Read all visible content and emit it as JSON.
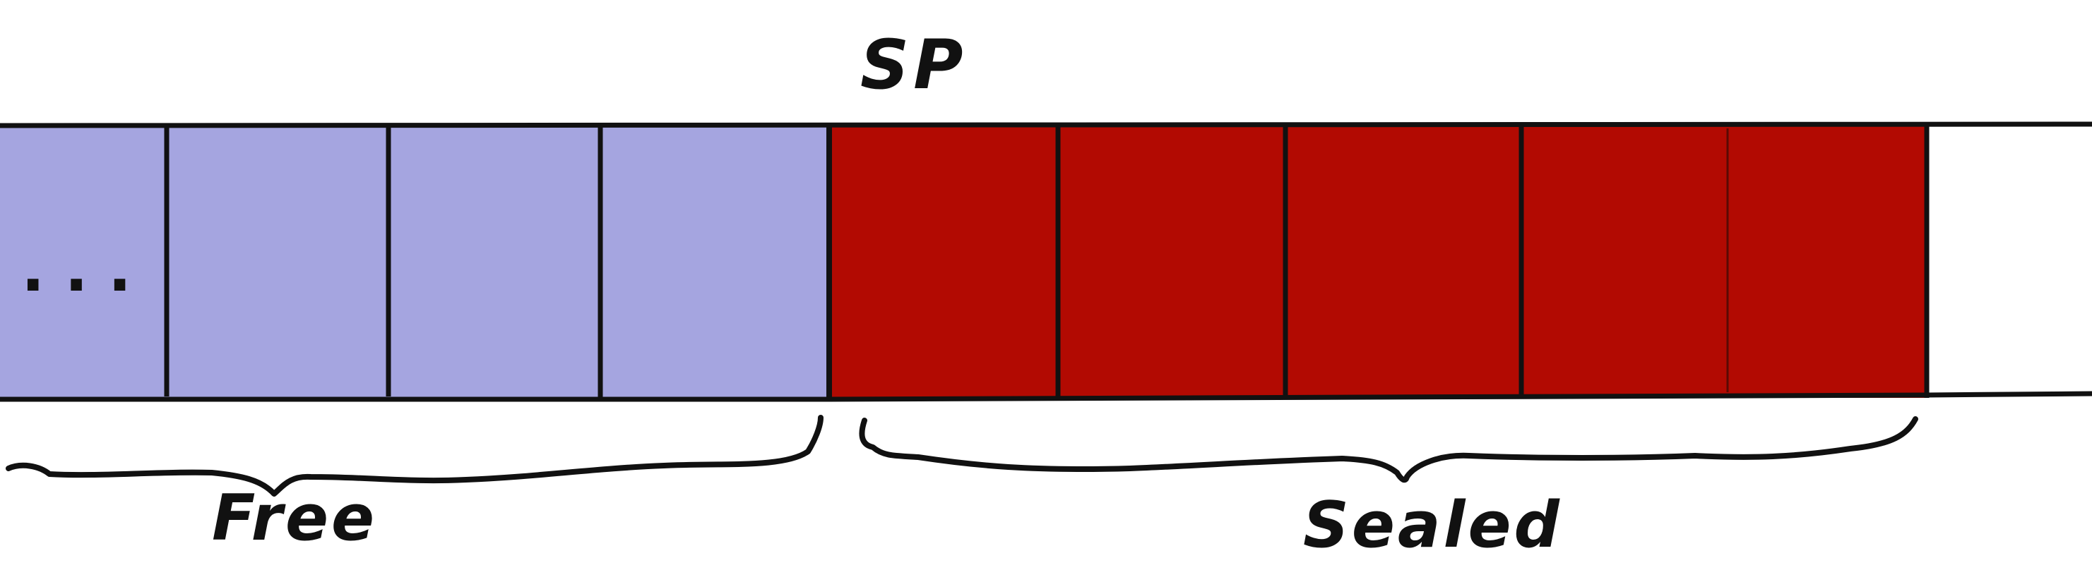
{
  "stack": {
    "pointer_label": "SP",
    "ellipsis": "...",
    "free_label": "Free",
    "sealed_label": "Sealed",
    "free_cell_count": 4,
    "sealed_cell_count": 5,
    "colors": {
      "free": "#a5a5e0",
      "sealed": "#b20a02",
      "line": "#111111",
      "background": "#ffffff"
    }
  }
}
